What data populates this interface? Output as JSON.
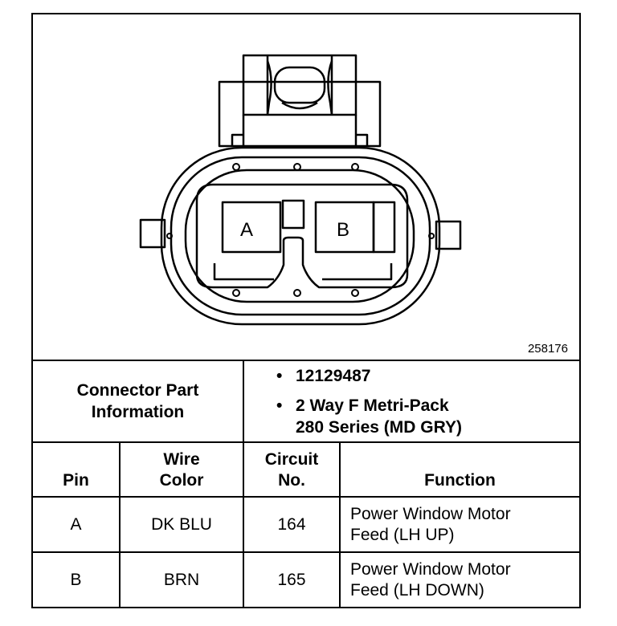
{
  "diagram": {
    "pin_a_label": "A",
    "pin_b_label": "B",
    "figure_id": "258176"
  },
  "connector_info": {
    "label_line1": "Connector Part",
    "label_line2": "Information",
    "part_number": "12129487",
    "description_line1": "2 Way F Metri-Pack",
    "description_line2": "280 Series (MD GRY)"
  },
  "table": {
    "headers": {
      "pin": "Pin",
      "wire_color_line1": "Wire",
      "wire_color_line2": "Color",
      "circuit_line1": "Circuit",
      "circuit_line2": "No.",
      "function": "Function"
    },
    "rows": [
      {
        "pin": "A",
        "wire_color": "DK BLU",
        "circuit": "164",
        "function_line1": "Power Window Motor",
        "function_line2": "Feed (LH UP)"
      },
      {
        "pin": "B",
        "wire_color": "BRN",
        "circuit": "165",
        "function_line1": "Power Window Motor",
        "function_line2": "Feed (LH DOWN)"
      }
    ]
  }
}
